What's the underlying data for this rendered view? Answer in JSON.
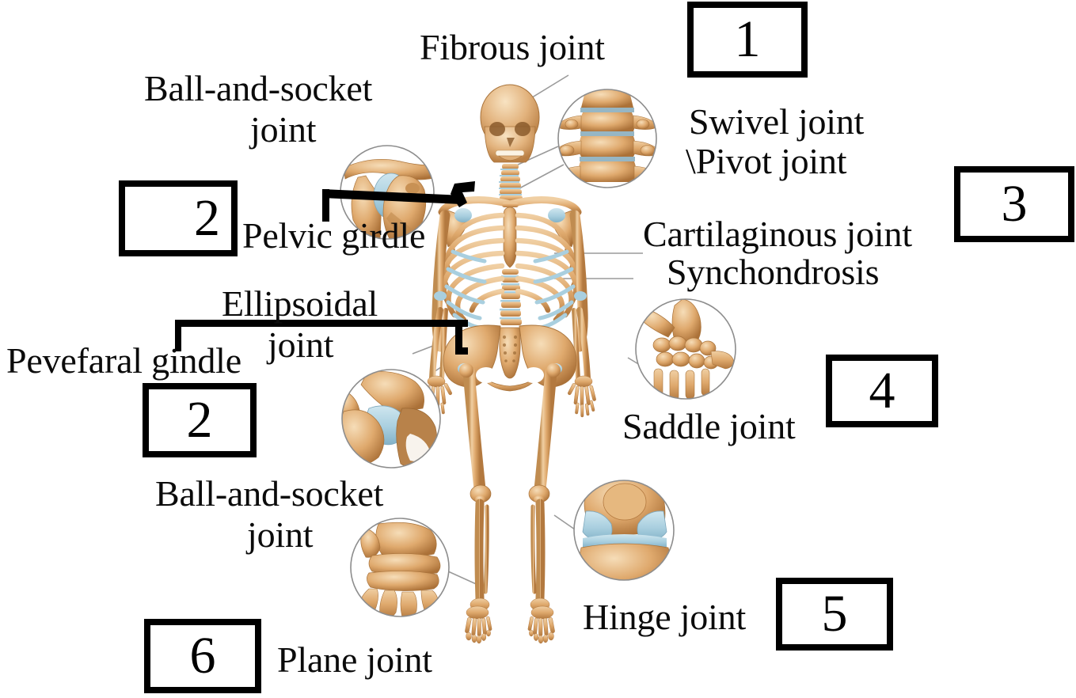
{
  "figure": {
    "title": "Human skeleton joint types diagram",
    "subject": "skeleton-with-joint-callouts",
    "background_color": "#ffffff",
    "bone_color": "#dfa96d",
    "bone_light": "#f0cfa3",
    "bone_shadow": "#b3793f",
    "cartilage_color": "#a9cfdf",
    "cartilage_shadow": "#8ab6cb",
    "leader_line_color": "#9a9a9a",
    "annotation_color": "#000000"
  },
  "labels": {
    "fibrous_joint": "Fibrous joint",
    "ball_and_socket_top_line1": "Ball-and-socket",
    "ball_and_socket_top_line2": "joint",
    "swivel_joint_line1": "Swivel joint",
    "swivel_joint_line2": "\\Pivot joint",
    "cartilaginous_joint": "Cartilaginous joint",
    "synchondrosis": "Synchondrosis",
    "pelvic_girdle": "Pelvic girdle",
    "ellipsoidal_line1": "Ellipsoidal",
    "ellipsoidal_line2": "joint",
    "pevefaral_gindle": "Pevefaral gindle",
    "ball_and_socket_bottom_line1": "Ball-and-socket",
    "ball_and_socket_bottom_line2": "joint",
    "saddle_joint": "Saddle joint",
    "hinge_joint": "Hinge joint",
    "plane_joint": "Plane joint"
  },
  "number_boxes": [
    {
      "id": "box-1",
      "value": "1"
    },
    {
      "id": "box-2-upper",
      "value": "2"
    },
    {
      "id": "box-3",
      "value": "3"
    },
    {
      "id": "box-4",
      "value": "4"
    },
    {
      "id": "box-2-lower",
      "value": "2"
    },
    {
      "id": "box-5",
      "value": "5"
    },
    {
      "id": "box-6",
      "value": "6"
    }
  ],
  "callouts": [
    {
      "name": "cervical-vertebrae-detail",
      "label": "Fibrous joint",
      "number": "1",
      "region": "neck / cervical spine"
    },
    {
      "name": "shoulder-joint-detail",
      "label": "Ball-and-socket joint",
      "number": "2",
      "region": "shoulder"
    },
    {
      "name": "wrist-carpal-detail",
      "label": "Saddle joint",
      "number": "4",
      "region": "wrist / hand"
    },
    {
      "name": "hip-joint-detail",
      "label": "Ball-and-socket joint",
      "number": "2",
      "region": "hip"
    },
    {
      "name": "knee-joint-detail",
      "label": "Hinge joint",
      "number": "5",
      "region": "knee"
    },
    {
      "name": "foot-tarsal-detail",
      "label": "Plane joint",
      "number": "6",
      "region": "foot / tarsals"
    }
  ]
}
